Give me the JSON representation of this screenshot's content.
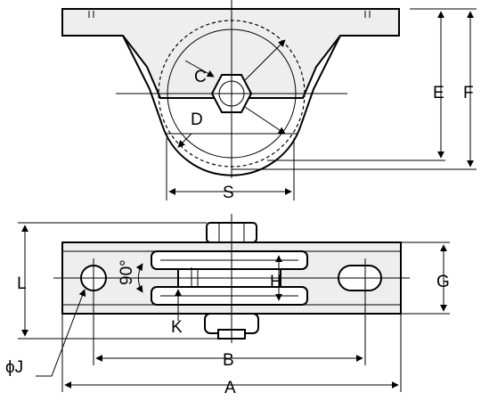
{
  "labels": {
    "A": "A",
    "B": "B",
    "C": "C",
    "D": "D",
    "E": "E",
    "F": "F",
    "G": "G",
    "H": "H",
    "J": "ϕJ",
    "K": "K",
    "L": "L",
    "S": "S",
    "angle": "90°"
  }
}
